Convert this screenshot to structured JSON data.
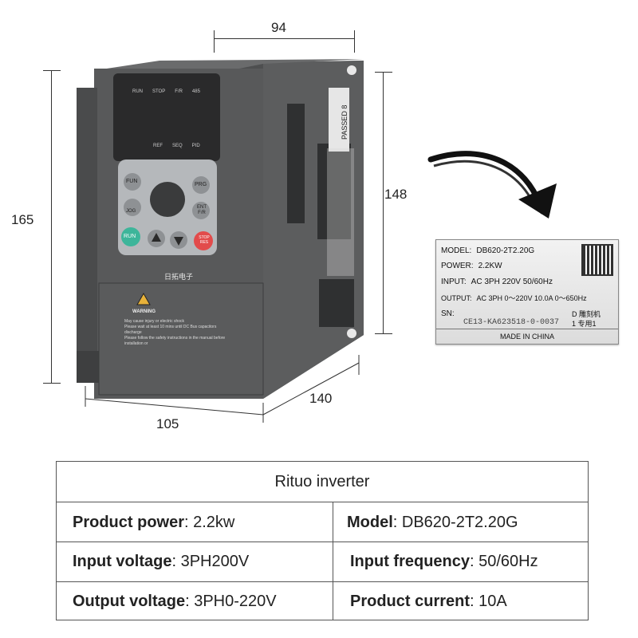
{
  "dimensions": {
    "top_width": "94",
    "left_height": "165",
    "right_height": "148",
    "bottom_width": "105",
    "depth": "140"
  },
  "device": {
    "indicators_top": [
      "RUN",
      "STOP",
      "F/R",
      "485"
    ],
    "indicators_bottom": [
      "REF",
      "SEQ",
      "PID"
    ],
    "keys": {
      "fun": "FUN",
      "prg": "PRG",
      "jog": "JOG",
      "ent": "ENT F/R",
      "run": "RUN",
      "stop": "STOP RES"
    },
    "brand_text": "日拓电子",
    "side_label": "PASSED 8",
    "warning_title": "WARNING",
    "warning_lines": [
      "May cause injury or electric shock",
      "Please wait at least 10 mins until DC Bus capacitors discharge",
      "Please follow the safety instructions in the manual before installation or"
    ]
  },
  "nameplate": {
    "model_label": "MODEL:",
    "model_value": "DB620-2T2.20G",
    "power_label": "POWER:",
    "power_value": "2.2KW",
    "input_label": "INPUT:",
    "input_value": "AC 3PH 220V 50/60Hz",
    "output_label": "OUTPUT:",
    "output_value": "AC 3PH 0～220V 10.0A 0～650Hz",
    "sn_label": "SN:",
    "sn_value": "CE13-KA623518-0-0037",
    "sn_note_1": "D 雕刻机",
    "sn_note_2": "1 专用1",
    "footer": "MADE IN CHINA"
  },
  "spec_table": {
    "title": "Rituo inverter",
    "rows": [
      [
        {
          "label": "Product power",
          "value": ": 2.2kw"
        },
        {
          "label": "Model",
          "value": ": DB620-2T2.20G"
        }
      ],
      [
        {
          "label": "Input voltage",
          "value": ": 3PH200V"
        },
        {
          "label": "Input frequency",
          "value": ": 50/60Hz"
        }
      ],
      [
        {
          "label": "Output voltage",
          "value": ": 3PH0-220V"
        },
        {
          "label": "Product current",
          "value": ": 10A"
        }
      ]
    ]
  }
}
